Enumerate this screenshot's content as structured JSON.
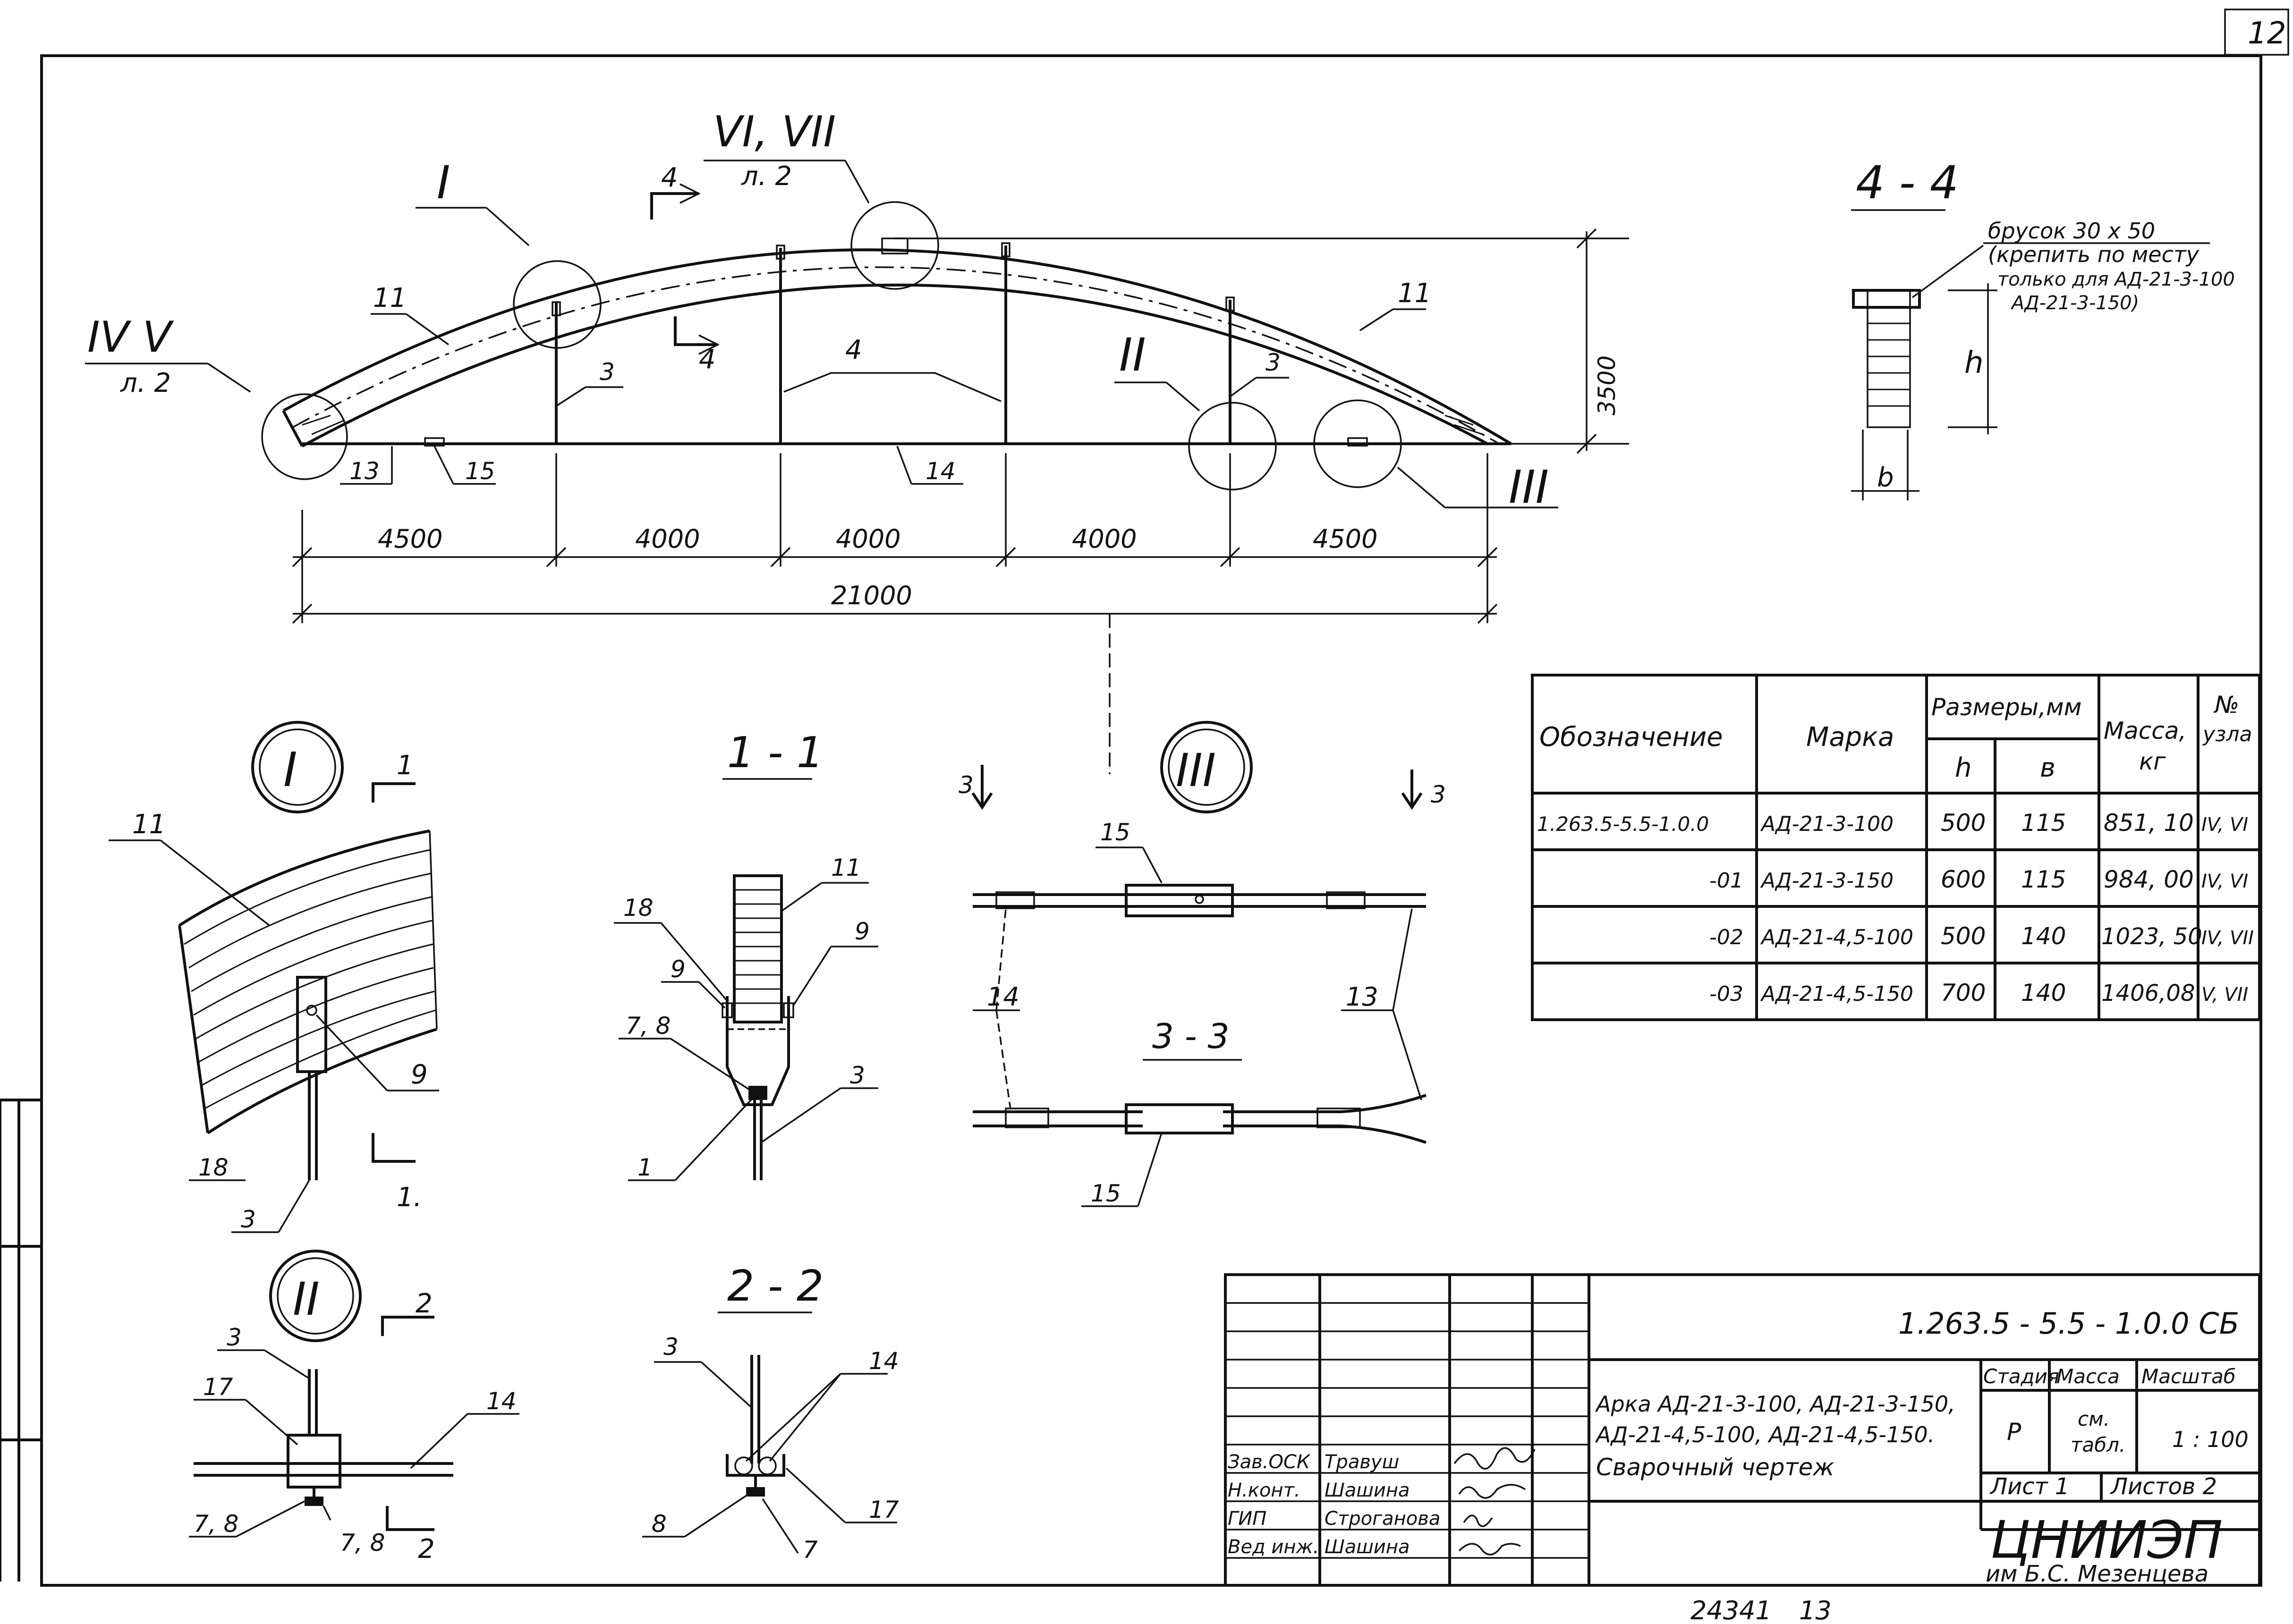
{
  "page_number": "12",
  "main_view": {
    "node_refs": {
      "IV_V": {
        "label": "IV  V",
        "sheet": "л. 2"
      },
      "VI_VII": {
        "label": "VI, VII",
        "sheet": "л. 2"
      },
      "I": "I",
      "II": "II",
      "III": "III"
    },
    "section_marks": {
      "s4a": "4",
      "s4b": "4"
    },
    "positions": {
      "p11a": "11",
      "p11b": "11",
      "p3a": "3",
      "p3b": "3",
      "p4": "4",
      "p13": "13",
      "p14": "14",
      "p15": "15"
    },
    "height_dim": "3500",
    "spans": [
      "4500",
      "4000",
      "4000",
      "4000",
      "4500"
    ],
    "total_span": "21000"
  },
  "section_4_4": {
    "title": "4 - 4",
    "note_lines": [
      "брусок 30 х 50",
      "(крепить по месту",
      "только для АД-21-3-100",
      "АД-21-3-150)"
    ],
    "h_label": "h",
    "b_label": "b"
  },
  "table": {
    "headers": {
      "designation": "Обозначение",
      "mark": "Марка",
      "dimensions": "Размеры,мм",
      "h": "h",
      "b": "в",
      "mass": "Масса,",
      "mass_unit": "кг",
      "node": "№",
      "node2": "узла"
    },
    "rows": [
      {
        "designation": "1.263.5-5.5-1.0.0",
        "mark": "АД-21-3-100",
        "h": "500",
        "b": "115",
        "mass": "851, 10",
        "nodes": "IV, VI"
      },
      {
        "designation": "-01",
        "mark": "АД-21-3-150",
        "h": "600",
        "b": "115",
        "mass": "984, 00",
        "nodes": "IV, VI"
      },
      {
        "designation": "-02",
        "mark": "АД-21-4,5-100",
        "h": "500",
        "b": "140",
        "mass": "1023, 50",
        "nodes": "IV, VII"
      },
      {
        "designation": "-03",
        "mark": "АД-21-4,5-150",
        "h": "700",
        "b": "140",
        "mass": "1406,08",
        "nodes": "V, VII"
      }
    ]
  },
  "detail_I": {
    "title": "I",
    "section_mark": "1",
    "labels": {
      "p11": "11",
      "p9": "9",
      "p18": "18",
      "p3": "3",
      "frag": "1."
    }
  },
  "section_1_1": {
    "title": "1 - 1",
    "labels": {
      "p18": "18",
      "p11": "11",
      "p9a": "9",
      "p9b": "9",
      "p78": "7, 8",
      "p3": "3",
      "p1": "1"
    }
  },
  "detail_III": {
    "title": "III",
    "section_marks": {
      "left": "3",
      "right": "3"
    },
    "labels": {
      "p15a": "15",
      "p15b": "15",
      "p14": "14",
      "p13": "13"
    },
    "subtitle": "3 - 3"
  },
  "detail_II": {
    "title": "II",
    "section_marks": {
      "top": "2",
      "bottom": "2"
    },
    "labels": {
      "p3": "3",
      "p17": "17",
      "p14": "14",
      "p78a": "7, 8",
      "p78b": "7, 8"
    }
  },
  "section_2_2": {
    "title": "2 - 2",
    "labels": {
      "p3": "3",
      "p14": "14",
      "p8": "8",
      "p7": "7",
      "p17": "17"
    }
  },
  "title_block": {
    "code": "1.263.5 - 5.5 - 1.0.0 СБ",
    "description_lines": [
      "Арка АД-21-3-100, АД-21-3-150,",
      "АД-21-4,5-100, АД-21-4,5-150.",
      "Сварочный   чертеж"
    ],
    "stage_header": "Стадия",
    "mass_header": "Масса",
    "scale_header": "Масштаб",
    "stage": "Р",
    "mass_lines": [
      "см.",
      "табл."
    ],
    "scale": "1 : 100",
    "sheet": "Лист 1",
    "sheets": "Листов 2",
    "org": "ЦНИИЭП",
    "org_sub": "им Б.С. Мезенцева",
    "staff": [
      {
        "role": "Зав.ОСК",
        "name": "Травуш"
      },
      {
        "role": "Н.конт.",
        "name": "Шашина"
      },
      {
        "role": "ГИП",
        "name": "Строганова"
      },
      {
        "role": "Вед инж.",
        "name": "Шашина"
      }
    ]
  },
  "footer": {
    "inv": "24341",
    "n": "13"
  }
}
